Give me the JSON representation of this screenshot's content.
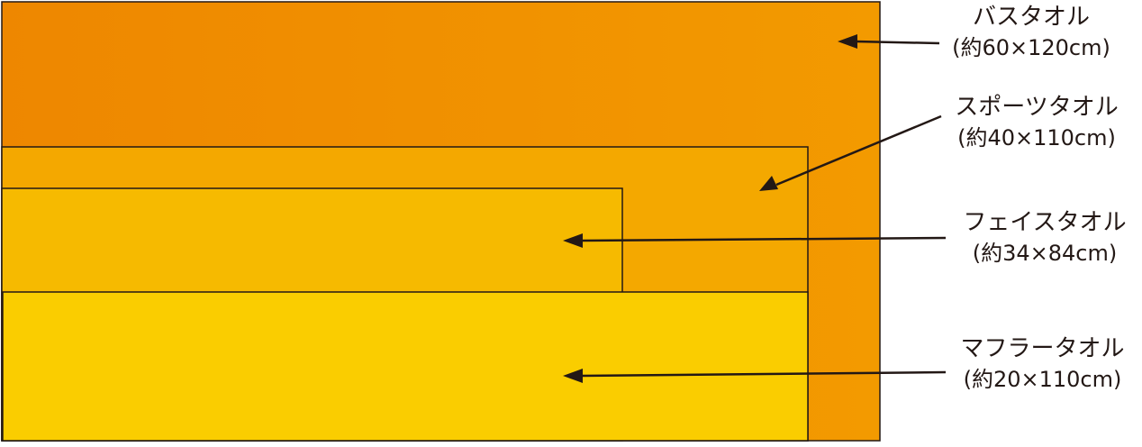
{
  "towels": [
    {
      "name": "バスタオル",
      "size": "(約60×120cm)",
      "color": "#f29600"
    },
    {
      "name": "スポーツタオル",
      "size": "(約40×110cm)",
      "color": "#f4a800"
    },
    {
      "name": "フェイスタオル",
      "size": "(約34×84cm)",
      "color": "#f6b900"
    },
    {
      "name": "マフラータオル",
      "size": "(約20×110cm)",
      "color": "#facd00"
    }
  ],
  "colors": {
    "outline": "#231815",
    "arrow": "#231815"
  }
}
